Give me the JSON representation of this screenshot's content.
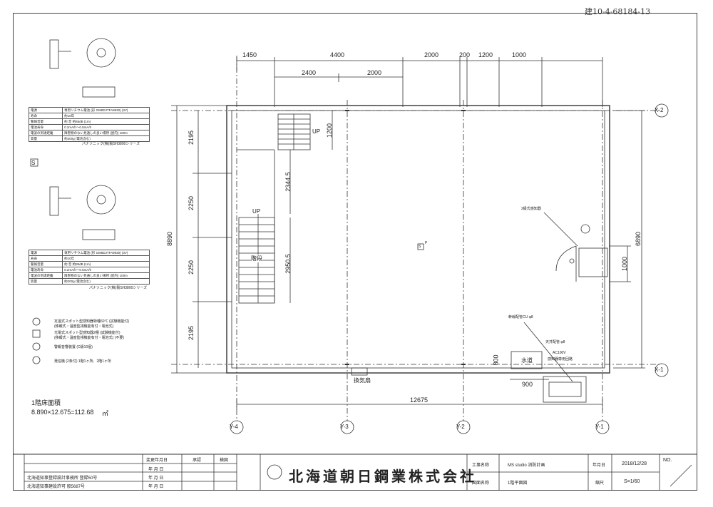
{
  "handwritten_note": "建10-4-68184-13",
  "dims_top": {
    "row1": [
      "1450",
      "4400",
      "2000",
      "200",
      "1200",
      "1000"
    ],
    "row2": [
      "2400",
      "2000"
    ],
    "bottom": "12675",
    "bottom_left": "900",
    "left_total": "8890",
    "left_segments": [
      "2195",
      "2250",
      "2250",
      "2195"
    ],
    "right_total": "6890",
    "right_door": "1000",
    "stair_1200": "1200",
    "stair_2344": "2344.5",
    "stair_2950": "2950.5",
    "sink_800": "800"
  },
  "grid_labels": {
    "x2": "X-2",
    "x1": "X-1",
    "y4": "Y-4",
    "y3": "Y-3",
    "y2": "Y-2",
    "y1": "Y-1"
  },
  "plan_labels": {
    "up_upper": "UP",
    "up_lower": "UP",
    "stairs": "階段",
    "sensor_label": "S",
    "sensor_sup": "P",
    "detector_note": "2級式感知器",
    "wire_note": "幹線配管CU φ8",
    "pipe_note": "天井配管 φ8",
    "ac_note": "AC100V",
    "ac_note2": "感知器専用回路",
    "sink": "水道",
    "vent": "換気扇"
  },
  "legend": {
    "s_symbol": "S",
    "items": [
      "定温式スポット型感知器特種60℃ (試験機能付)",
      "光電式スポット型感知器2種 (試験機能付)",
      "警報音響装置 (C級10個)",
      "発信機 (2条付)  1階1ヶ所、2階1ヶ所"
    ],
    "notes": [
      "(移報式・温度監視機能有付・電池式)",
      "(移報式・温度監視機能有付・電池式) (不要)"
    ]
  },
  "spec_table_1": {
    "rows": [
      [
        "電源",
        "専用リチウム電池 (形 GM8DJTFA9930) (3V)"
      ],
      [
        "寿命",
        "約10年"
      ],
      [
        "警報音量",
        "約 音 約85dB (1m)"
      ],
      [
        "電池寿命",
        "0.2mA/h〜0.5mA/h"
      ],
      [
        "電波の到達距離",
        "障害物のない見通しの良い場所 (屋内) 100m"
      ],
      [
        "質量",
        "約200g (電池含む)"
      ]
    ],
    "footnote": "パナソニック(株)製SH3800シリーズ"
  },
  "spec_table_2": {
    "rows": [
      [
        "電源",
        "専用リチウム電池 (形 GM8DJTFA9930) (3V)"
      ],
      [
        "寿命",
        "約10年"
      ],
      [
        "警報音量",
        "約 音 約85dB (1m)"
      ],
      [
        "電池寿命",
        "0.2mA/h〜0.5mA/h"
      ],
      [
        "電波の到達距離",
        "障害物のない見通しの良い場所 (屋内) 100m"
      ],
      [
        "質量",
        "約200g (電池含む)"
      ]
    ],
    "footnote": "パナソニック(株)製SH3800シリーズ"
  },
  "area": {
    "title": "1階床面積",
    "calc": "8.890×12.675=112.68",
    "unit": "㎡"
  },
  "title_block": {
    "change_date": "変更年月日",
    "approval": "承認",
    "check": "検図",
    "date_placeholder": "年  月  日",
    "license1": "北海道知事登録設計事務所   登録50号",
    "license2": "北海道知事建設許可   般5687号",
    "company": "北海道朝日鋼業株式会社",
    "project_label": "工事名称",
    "project_value": "MS studio 消防計画",
    "drawing_label": "図面名称",
    "drawing_value": "1階平面図",
    "date_label": "年月日",
    "date_value": "2018/12/28",
    "scale_label": "縮尺",
    "scale_value": "S=1/60",
    "no_label": "NO."
  }
}
